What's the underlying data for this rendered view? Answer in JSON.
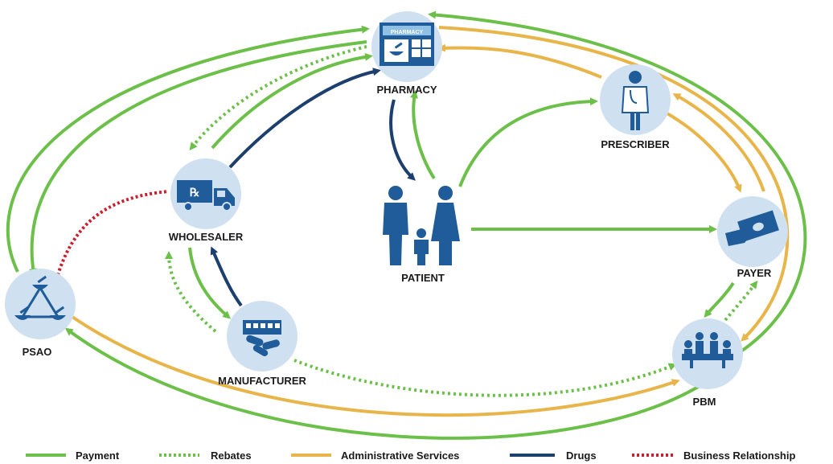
{
  "nodes": {
    "pharmacy": {
      "label": "PHARMACY",
      "sign": "PHARMACY"
    },
    "wholesaler": {
      "label": "WHOLESALER"
    },
    "patient": {
      "label": "PATIENT"
    },
    "prescriber": {
      "label": "PRESCRIBER"
    },
    "payer": {
      "label": "PAYER"
    },
    "manufacturer": {
      "label": "MANUFACTURER"
    },
    "psao": {
      "label": "PSAO"
    },
    "pbm": {
      "label": "PBM"
    }
  },
  "legend": {
    "payment": "Payment",
    "rebates": "Rebates",
    "admin": "Administrative Services",
    "drugs": "Drugs",
    "business": "Business Relationship"
  },
  "colors": {
    "payment": "#6cc04a",
    "rebates": "#6cc04a",
    "admin": "#e8b54a",
    "drugs": "#1c3f6e",
    "business": "#c8202f",
    "node_bg": "#cfe0f1",
    "icon": "#1f5c99"
  },
  "icons": {
    "pharmacy": "storefront-icon",
    "wholesaler": "rx-truck-icon",
    "patient": "family-icon",
    "prescriber": "doctor-icon",
    "payer": "cash-hand-icon",
    "manufacturer": "pills-factory-icon",
    "psao": "mortar-network-icon",
    "pbm": "meeting-icon"
  }
}
